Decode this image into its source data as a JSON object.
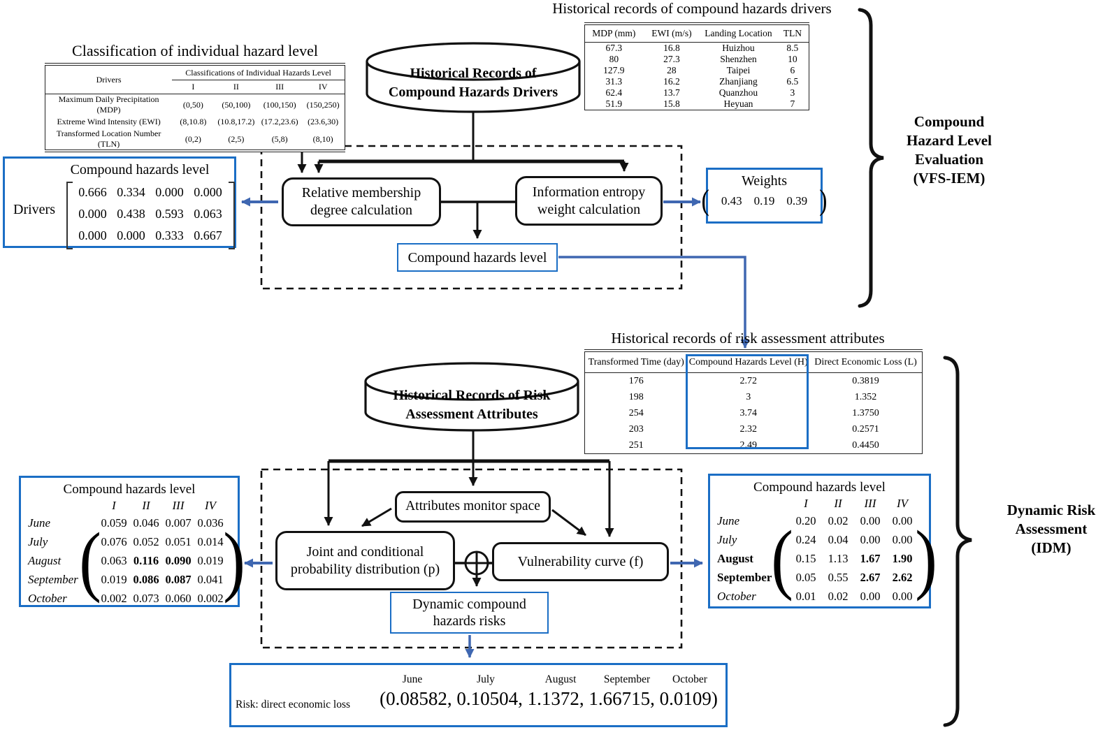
{
  "cls": {
    "title": "Classification of individual hazard level",
    "drivers_header": "Drivers",
    "group_header": "Classifications of Individual Hazards Level",
    "level_headers": [
      "I",
      "II",
      "III",
      "IV"
    ],
    "rows": [
      {
        "driver": "Maximum Daily Precipitation (MDP)",
        "levels": [
          "(0,50)",
          "(50,100)",
          "(100,150)",
          "(150,250)"
        ]
      },
      {
        "driver": "Extreme Wind Intensity (EWI)",
        "levels": [
          "(8,10.8)",
          "(10.8,17.2)",
          "(17.2,23.6)",
          "(23.6,30)"
        ]
      },
      {
        "driver": "Transformed Location Number (TLN)",
        "levels": [
          "(0,2)",
          "(2,5)",
          "(5,8)",
          "(8,10)"
        ]
      }
    ]
  },
  "rec": {
    "title": "Historical records of compound hazards drivers",
    "headers": [
      "MDP (mm)",
      "EWI (m/s)",
      "Landing Location",
      "TLN"
    ],
    "rows": [
      [
        "67.3",
        "16.8",
        "Huizhou",
        "8.5"
      ],
      [
        "80",
        "27.3",
        "Shenzhen",
        "10"
      ],
      [
        "127.9",
        "28",
        "Taipei",
        "6"
      ],
      [
        "31.3",
        "16.2",
        "Zhanjiang",
        "6.5"
      ],
      [
        "62.4",
        "13.7",
        "Quanzhou",
        "3"
      ],
      [
        "51.9",
        "15.8",
        "Heyuan",
        "7"
      ]
    ]
  },
  "db1": {
    "lines": [
      "Historical Records of",
      "Compound Hazards Drivers"
    ]
  },
  "vfs": {
    "rel": "Relative membership degree calculation",
    "ent": "Information entropy weight calculation",
    "chl": "Compound hazards level",
    "brace": [
      "Compound",
      "Hazard Level",
      "Evaluation",
      "(VFS-IEM)"
    ]
  },
  "dmx": {
    "title": "Compound hazards level",
    "label": "Drivers",
    "rows": [
      [
        "0.666",
        "0.334",
        "0.000",
        "0.000"
      ],
      [
        "0.000",
        "0.438",
        "0.593",
        "0.063"
      ],
      [
        "0.000",
        "0.000",
        "0.333",
        "0.667"
      ]
    ]
  },
  "wts": {
    "title": "Weights",
    "values": [
      "0.43",
      "0.19",
      "0.39"
    ]
  },
  "att": {
    "title": "Historical records of risk assessment attributes",
    "headers": [
      "Transformed Time (day)",
      "Compound Hazards Level (H)",
      "Direct Economic Loss (L)"
    ],
    "rows": [
      [
        "176",
        "2.72",
        "0.3819"
      ],
      [
        "198",
        "3",
        "1.352"
      ],
      [
        "254",
        "3.74",
        "1.3750"
      ],
      [
        "203",
        "2.32",
        "0.2571"
      ],
      [
        "251",
        "2.49",
        "0.4450"
      ]
    ]
  },
  "db2": {
    "lines": [
      "Historical Records of Risk",
      "Assessment Attributes"
    ]
  },
  "idm": {
    "ams": "Attributes monitor space",
    "joint": "Joint and conditional probability distribution (p)",
    "vuln": "Vulnerability curve (f)",
    "dyn": "Dynamic compound hazards risks",
    "brace": [
      "Dynamic Risk",
      "Assessment",
      "(IDM)"
    ]
  },
  "pm": {
    "title": "Compound hazards level",
    "heads": [
      "I",
      "II",
      "III",
      "IV"
    ],
    "labels": [
      "June",
      "July",
      "August",
      "September",
      "October"
    ],
    "rows": [
      [
        "0.059",
        "0.046",
        "0.007",
        "0.036"
      ],
      [
        "0.076",
        "0.052",
        "0.051",
        "0.014"
      ],
      [
        "0.063",
        "0.116",
        "0.090",
        "0.019"
      ],
      [
        "0.019",
        "0.086",
        "0.087",
        "0.041"
      ],
      [
        "0.002",
        "0.073",
        "0.060",
        "0.002"
      ]
    ]
  },
  "rm": {
    "title": "Compound hazards level",
    "heads": [
      "I",
      "II",
      "III",
      "IV"
    ],
    "labels": [
      "June",
      "July",
      "August",
      "September",
      "October"
    ],
    "rows": [
      [
        "0.20",
        "0.02",
        "0.00",
        "0.00"
      ],
      [
        "0.24",
        "0.04",
        "0.00",
        "0.00"
      ],
      [
        "0.15",
        "1.13",
        "1.67",
        "1.90"
      ],
      [
        "0.05",
        "0.55",
        "2.67",
        "2.62"
      ],
      [
        "0.01",
        "0.02",
        "0.00",
        "0.00"
      ]
    ]
  },
  "out": {
    "months": [
      "June",
      "July",
      "August",
      "September",
      "October"
    ],
    "label": "Risk: direct economic loss",
    "values": "(0.08582, 0.10504, 1.1372, 1.66715, 0.0109)"
  },
  "glyphs": {
    "lparen": "(",
    "rparen": ")"
  },
  "colors": {
    "box_blue": "#1b6ec5",
    "arrow_blue": "#3f67b1"
  }
}
